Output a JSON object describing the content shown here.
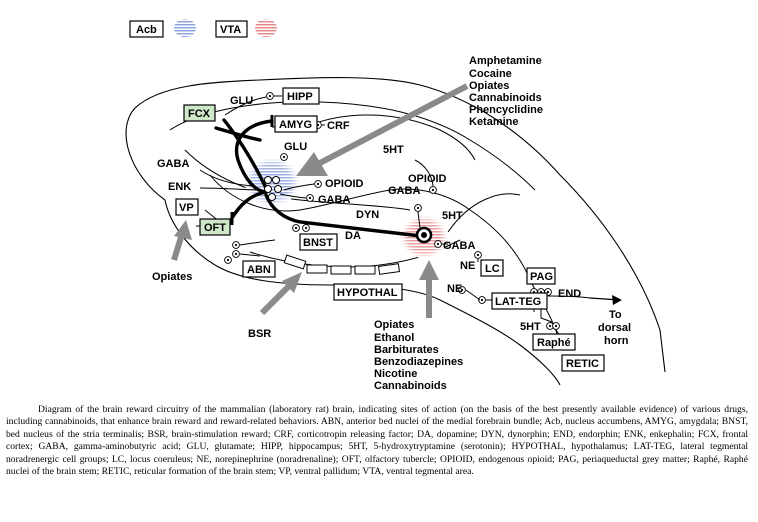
{
  "legend": {
    "acb_label": "Acb",
    "vta_label": "VTA",
    "acb_color": "#8fa3e0",
    "vta_color": "#e58a8a"
  },
  "colors": {
    "fcx_fill": "#cfe8c9",
    "oft_fill": "#cfe8c9",
    "arrow_gray": "#8a8a8a"
  },
  "regions": {
    "fcx": "FCX",
    "hipp": "HIPP",
    "amyg": "AMYG",
    "vp": "VP",
    "oft": "OFT",
    "bnst": "BNST",
    "abn": "ABN",
    "lc": "LC",
    "pag": "PAG",
    "hypothal": "HYPOTHAL",
    "lat_teg": "LAT-TEG",
    "raphe": "Raphé",
    "retic": "RETIC"
  },
  "transmitters": {
    "glu_top": "GLU",
    "glu_mid": "GLU",
    "crf": "CRF",
    "gaba_left": "GABA",
    "enk": "ENK",
    "opioid_acb": "OPIOID",
    "gaba_acb": "GABA",
    "dyn": "DYN",
    "da": "DA",
    "fiveht_top": "5HT",
    "opioid_vta": "OPIOID",
    "gaba_vta_top": "GABA",
    "fiveht_vta": "5HT",
    "gaba_vta": "GABA",
    "ne_lc": "NE",
    "ne_lat": "NE",
    "end": "END",
    "fiveht_raphe": "5HT"
  },
  "to_dorsal_horn": [
    "To",
    "dorsal",
    "horn"
  ],
  "drugs_acb": [
    "Amphetamine",
    "Cocaine",
    "Opiates",
    "Cannabinoids",
    "Phencyclidine",
    "Ketamine"
  ],
  "drugs_vta": [
    "Opiates",
    "Ethanol",
    "Barbiturates",
    "Benzodiazepines",
    "Nicotine",
    "Cannabinoids"
  ],
  "opiates_vp": "Opiates",
  "bsr": "BSR",
  "caption": "Diagram of the brain reward circuitry of the mammalian (laboratory rat) brain, indicating sites of action (on the basis of the best presently available evidence) of various drugs, including cannabinoids, that enhance brain reward and reward-related behaviors. ABN, anterior bed nuclei of the medial forebrain bundle; Acb, nucleus accumbens, AMYG, amygdala; BNST, bed nucleus of the stria terminalis; BSR, brain-stimulation reward; CRF, corticotropin releasing factor; DA, dopamine; DYN, dynorphin; END, endorphin; ENK, enkephalin; FCX, frontal cortex; GABA, gamma-aminobutyric acid; GLU, glutamate; HIPP, hippocampus; 5HT, 5-hydroxytryptamine (serotonin); HYPOTHAL, hypothalamus; LAT-TEG, lateral tegmental noradrenergic cell groups; LC, locus coeruleus; NE, norepinephrine (noradrenaline); OFT, olfactory tubercle; OPIOID, endogenous opioid; PAG, periaqueductal grey matter; Raphé, Raphé nuclei of the brain stem; RETIC, reticular formation of the brain stem; VP, ventral pallidum; VTA, ventral tegmental area."
}
